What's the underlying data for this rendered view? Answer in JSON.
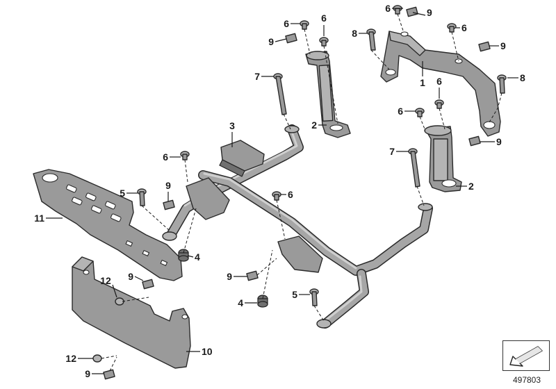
{
  "callouts": {
    "c1": "1",
    "c2a": "2",
    "c2b": "2",
    "c3": "3",
    "c4a": "4",
    "c4b": "4",
    "c5a": "5",
    "c5b": "5",
    "c6a": "6",
    "c6b": "6",
    "c6c": "6",
    "c6d": "6",
    "c6e": "6",
    "c6f": "6",
    "c6g": "6",
    "c6h": "6",
    "c7a": "7",
    "c7b": "7",
    "c8a": "8",
    "c8b": "8",
    "c9a": "9",
    "c9b": "9",
    "c9c": "9",
    "c9d": "9",
    "c9e": "9",
    "c9f": "9",
    "c9g": "9",
    "c9h": "9",
    "c10": "10",
    "c11": "11",
    "c12a": "12",
    "c12b": "12"
  },
  "reference_number": "497803",
  "colors": {
    "part_fill": "#9a9a9a",
    "outline": "#2a2a2a",
    "background": "#ffffff"
  },
  "icons": {
    "ref_box": "arrow-down-left-icon"
  }
}
